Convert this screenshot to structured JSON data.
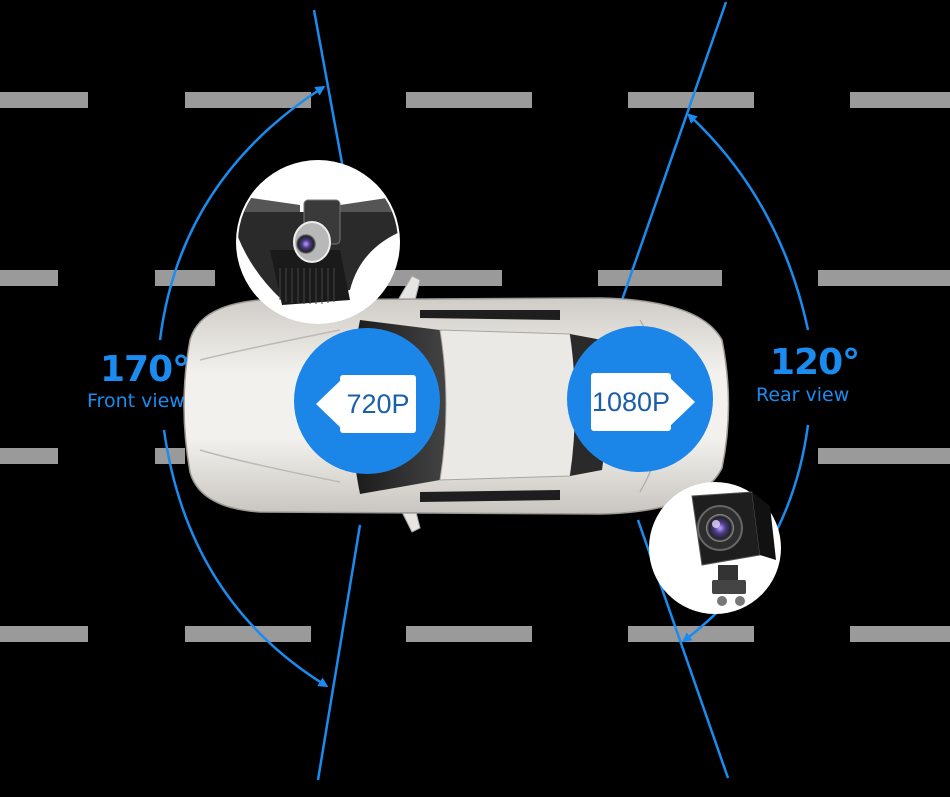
{
  "front": {
    "angle": "170°",
    "label": "Front view",
    "resolution": "720P"
  },
  "rear": {
    "angle": "120°",
    "label": "Rear view",
    "resolution": "1080P"
  },
  "colors": {
    "background": "#000000",
    "accent": "#1a8cf0",
    "lane_marking": "#9a9a9a",
    "car_body": "#e6e4e0",
    "badge": "#1b86e8"
  },
  "icons": [
    "video-camera-icon",
    "front-camera-module",
    "rear-backup-camera",
    "car-top-view"
  ]
}
